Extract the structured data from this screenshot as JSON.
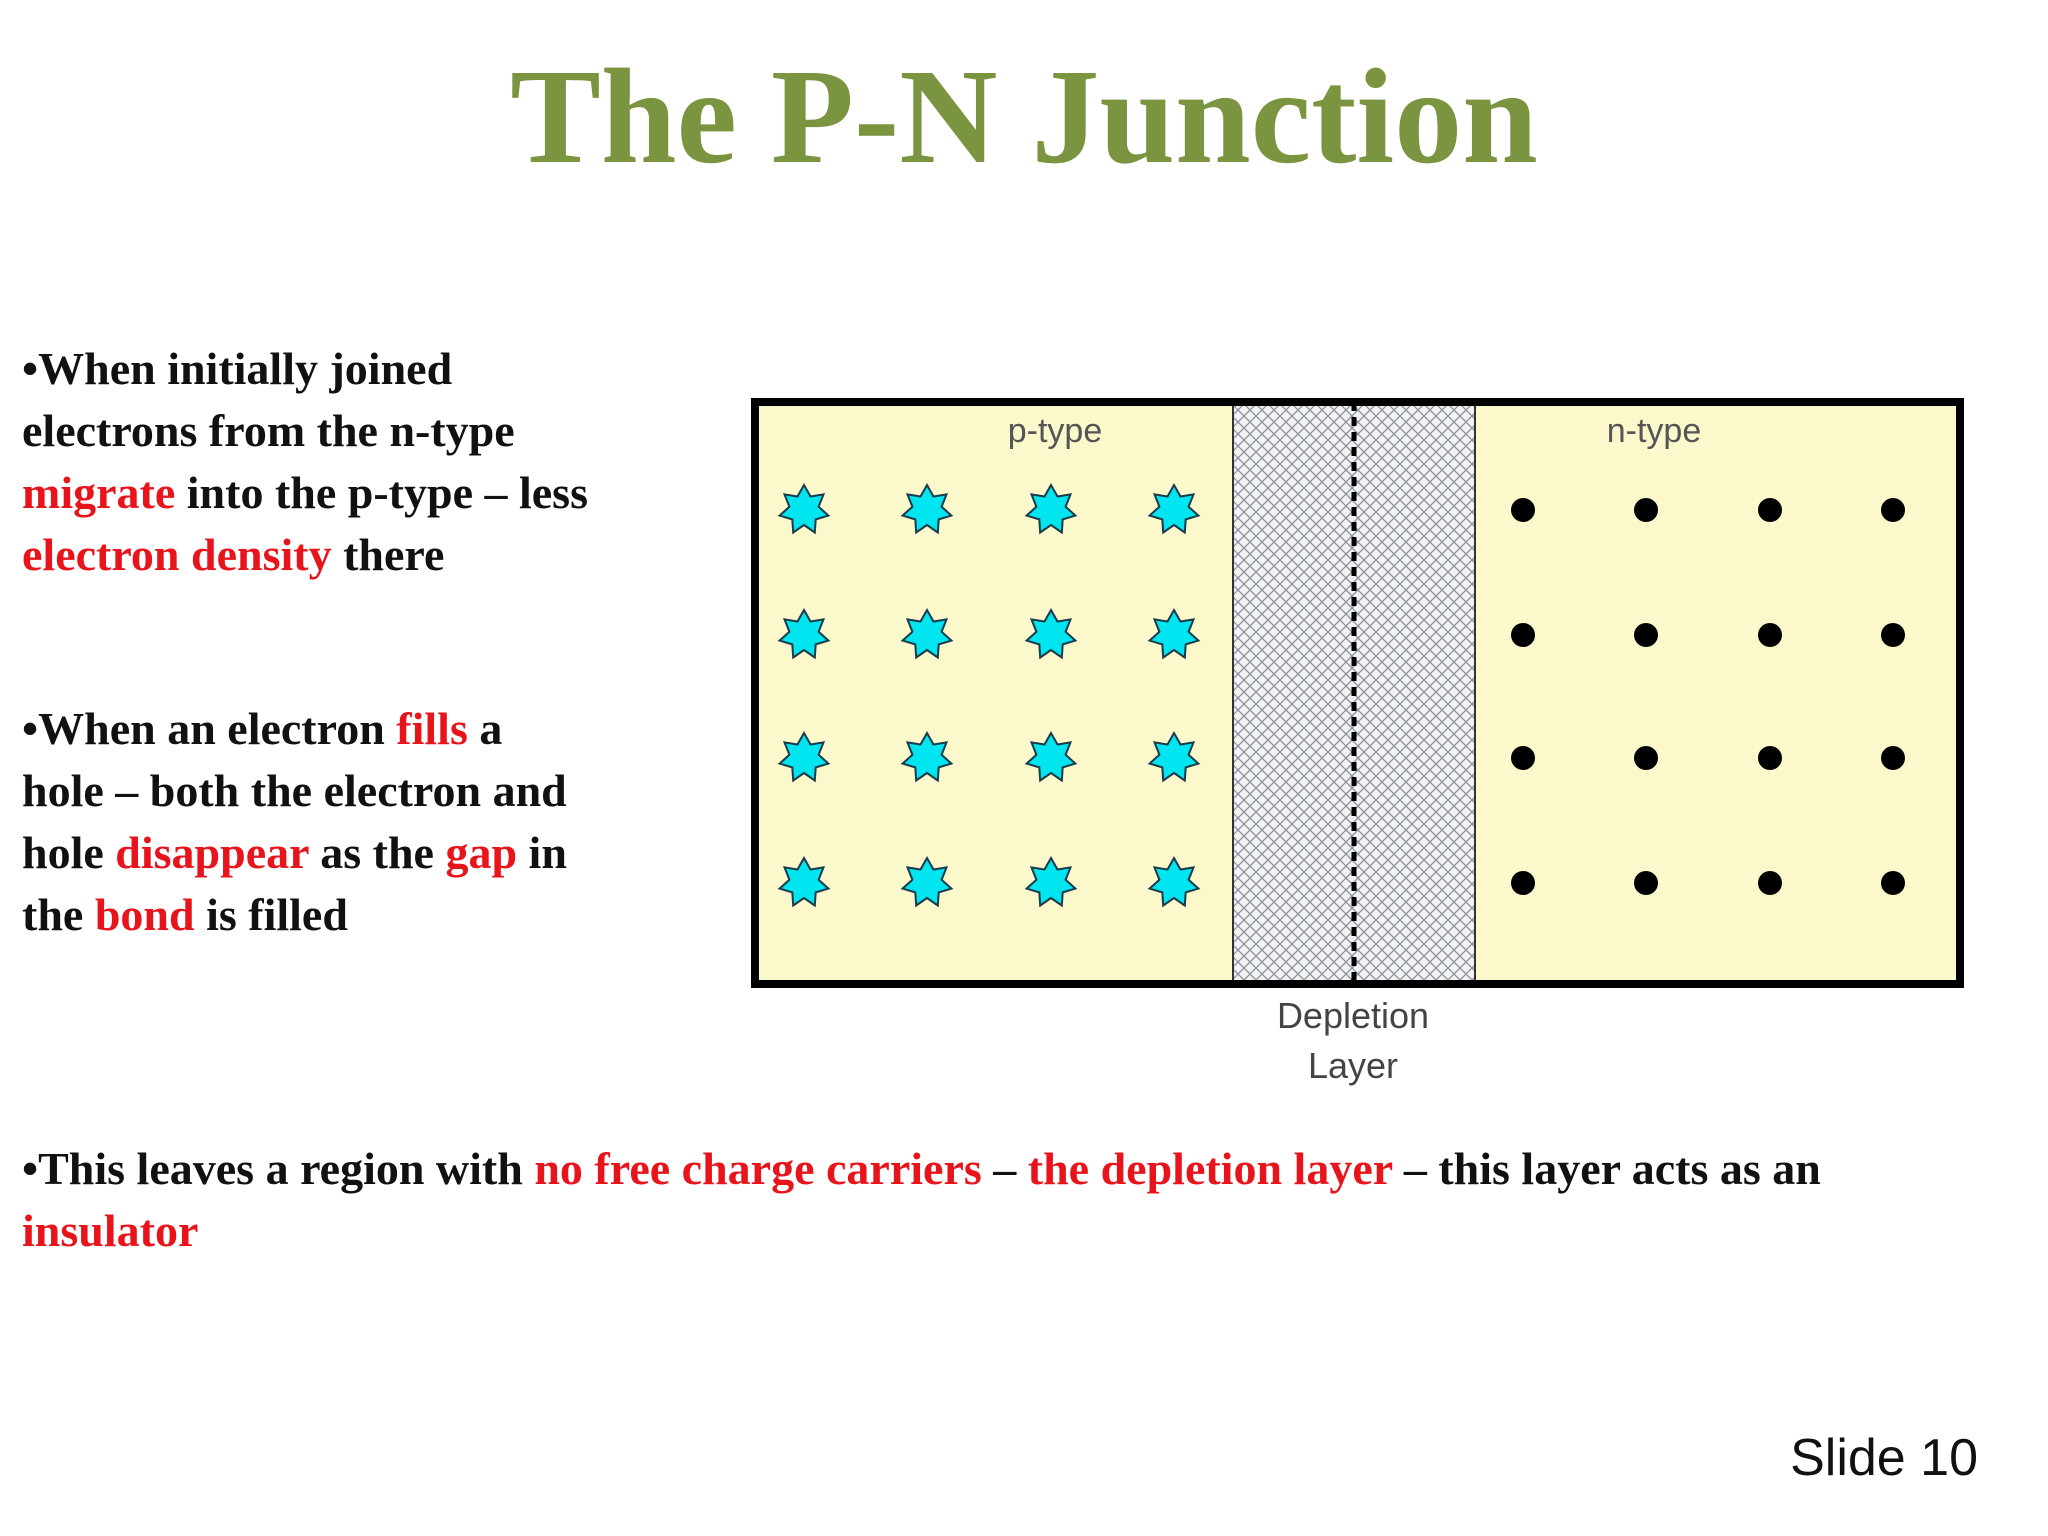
{
  "slide": {
    "title": "The P-N Junction",
    "slide_number": "Slide 10"
  },
  "colors": {
    "title": "#7a9440",
    "highlight": "#e8141c",
    "text": "#111111",
    "semiconductor_fill": "#fbf8cc",
    "hole_fill": "#00e5f0",
    "electron_fill": "#000000"
  },
  "bullets": [
    {
      "segments": [
        {
          "text": "•When initially joined electrons from the n-type ",
          "highlight": false
        },
        {
          "text": "migrate",
          "highlight": true
        },
        {
          "text": " into the p-type – less ",
          "highlight": false
        },
        {
          "text": "electron density",
          "highlight": true
        },
        {
          "text": " there",
          "highlight": false
        }
      ]
    },
    {
      "segments": [
        {
          "text": "•When an electron ",
          "highlight": false
        },
        {
          "text": "fills",
          "highlight": true
        },
        {
          "text": " a hole – both the electron and hole ",
          "highlight": false
        },
        {
          "text": "disappear",
          "highlight": true
        },
        {
          "text": " as the ",
          "highlight": false
        },
        {
          "text": "gap",
          "highlight": true
        },
        {
          "text": " in the ",
          "highlight": false
        },
        {
          "text": "bond",
          "highlight": true
        },
        {
          "text": " is filled",
          "highlight": false
        }
      ]
    },
    {
      "segments": [
        {
          "text": "•This leaves a region with ",
          "highlight": false
        },
        {
          "text": "no free charge carriers",
          "highlight": true
        },
        {
          "text": " – ",
          "highlight": false
        },
        {
          "text": "the depletion layer",
          "highlight": true
        },
        {
          "text": " – this layer acts as an ",
          "highlight": false
        },
        {
          "text": "insulator",
          "highlight": true
        }
      ]
    }
  ],
  "diagram": {
    "p_label": "p-type",
    "n_label": "n-type",
    "depletion_label_line1": "Depletion",
    "depletion_label_line2": "Layer",
    "p_region": {
      "carrier": "hole",
      "icon": "star-icon",
      "rows": 4,
      "cols": 4
    },
    "n_region": {
      "carrier": "electron",
      "icon": "dot-icon",
      "rows": 4,
      "cols": 4
    }
  }
}
